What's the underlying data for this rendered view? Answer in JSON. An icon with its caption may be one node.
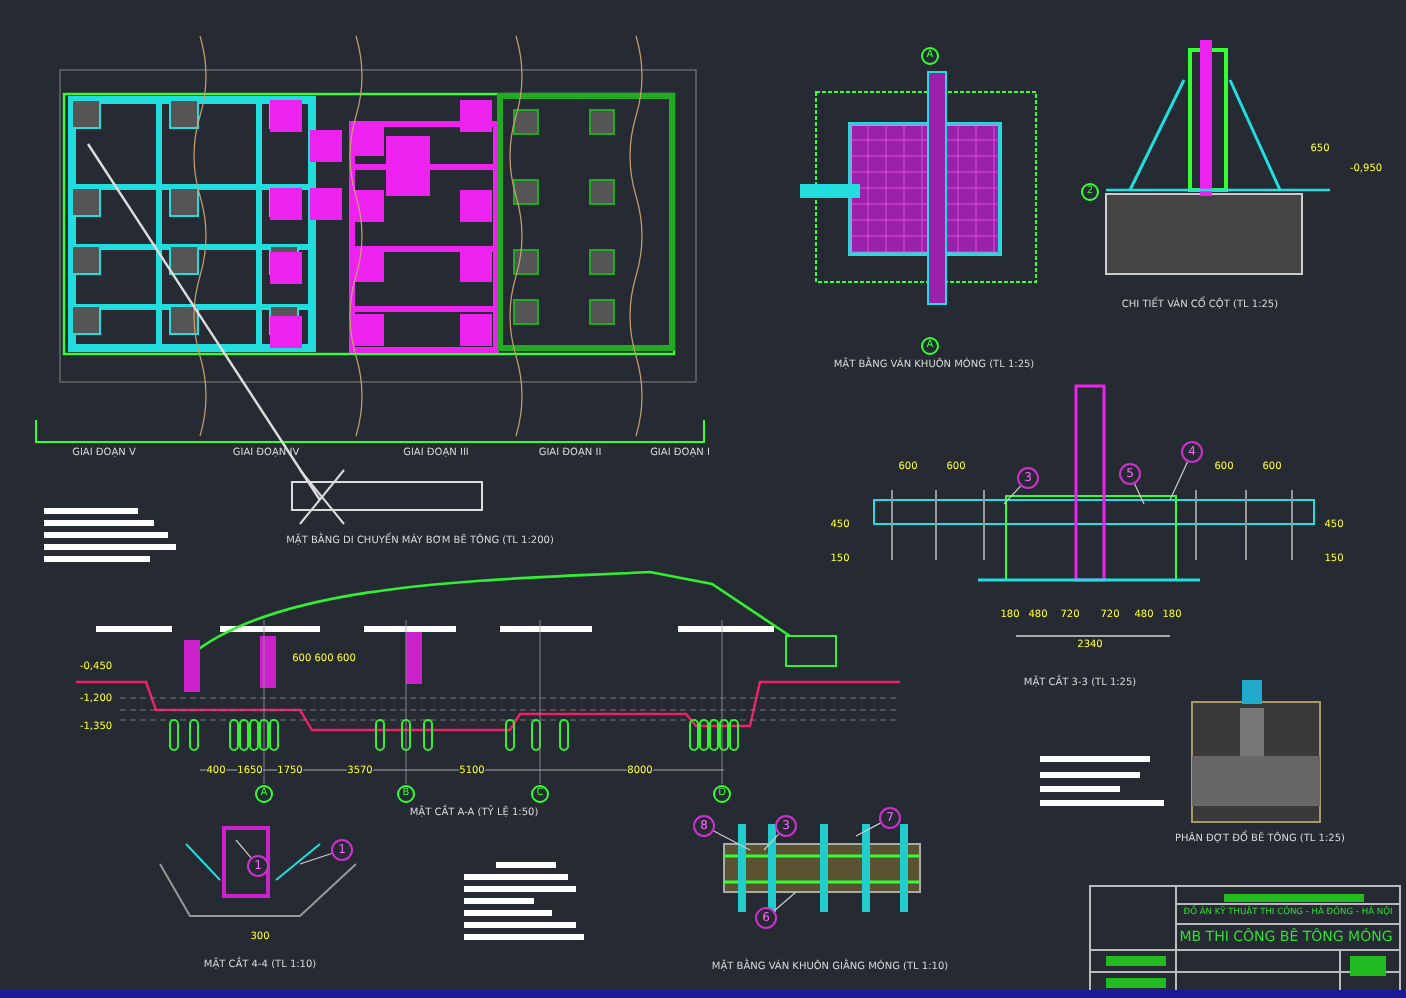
{
  "diagram": {
    "nodes": [
      {
        "text": [
          "3"
        ]
      },
      {
        "text": [
          "5"
        ]
      },
      {
        "text": [
          "4"
        ]
      },
      {
        "text": [
          "1"
        ]
      },
      {
        "text": [
          "1"
        ]
      },
      {
        "text": [
          "8"
        ]
      },
      {
        "text": [
          "3"
        ]
      },
      {
        "text": [
          "7"
        ]
      },
      {
        "text": [
          "6"
        ]
      }
    ],
    "edges": [
      {
        "from": 0,
        "to": null,
        "arrow": "none"
      },
      {
        "from": 1,
        "to": null,
        "arrow": "none"
      },
      {
        "from": 2,
        "to": null,
        "arrow": "none"
      },
      {
        "from": 3,
        "to": null,
        "arrow": "none"
      },
      {
        "from": 4,
        "to": null,
        "arrow": "none"
      },
      {
        "from": 5,
        "to": null,
        "arrow": "none"
      },
      {
        "from": 6,
        "to": null,
        "arrow": "none"
      },
      {
        "from": 7,
        "to": null,
        "arrow": "none"
      },
      {
        "from": 8,
        "to": null,
        "arrow": "none"
      }
    ],
    "labels": [
      "GIAI ĐOẠN V",
      "GIAI ĐOẠN IV",
      "GIAI ĐOẠN III",
      "GIAI ĐOẠN II",
      "GIAI ĐOẠN I",
      "MẶT BẰNG DI CHUYỂN MÁY BƠM BÊ TÔNG (TL 1:200)",
      "A",
      "2",
      "A",
      "MẶT BẰNG VÁN KHUÔN MÓNG (TL 1:25)",
      "650",
      "-0,950",
      "CHI TIẾT VÁN CỔ CỘT (TL 1:25)",
      "600",
      "600",
      "600",
      "600",
      "450",
      "150",
      "450",
      "150",
      "180",
      "480",
      "720",
      "720",
      "480",
      "180",
      "2340",
      "MẶT CẮT 3-3 (TL 1:25)",
      "-0,450",
      "-1,200",
      "-1,350",
      "600 600 600",
      "400",
      "1650",
      "1750",
      "3570",
      "5100",
      "8000",
      "A",
      "B",
      "C",
      "D",
      "MẶT CẮT A-A (TỶ LỆ 1:50)",
      "300",
      "MẶT CẮT 4-4 (TL 1:10)",
      "MẶT BẰNG VÁN KHUÔN GIẰNG MÓNG (TL 1:10)",
      "PHÂN ĐỢT ĐỔ BÊ TÔNG (TL 1:25)",
      "ĐỒ ÁN KỸ THUẬT THI CÔNG - HÀ ĐÔNG - HÀ NỘI",
      "MB THI CÔNG BÊ TÔNG MÓNG"
    ]
  }
}
